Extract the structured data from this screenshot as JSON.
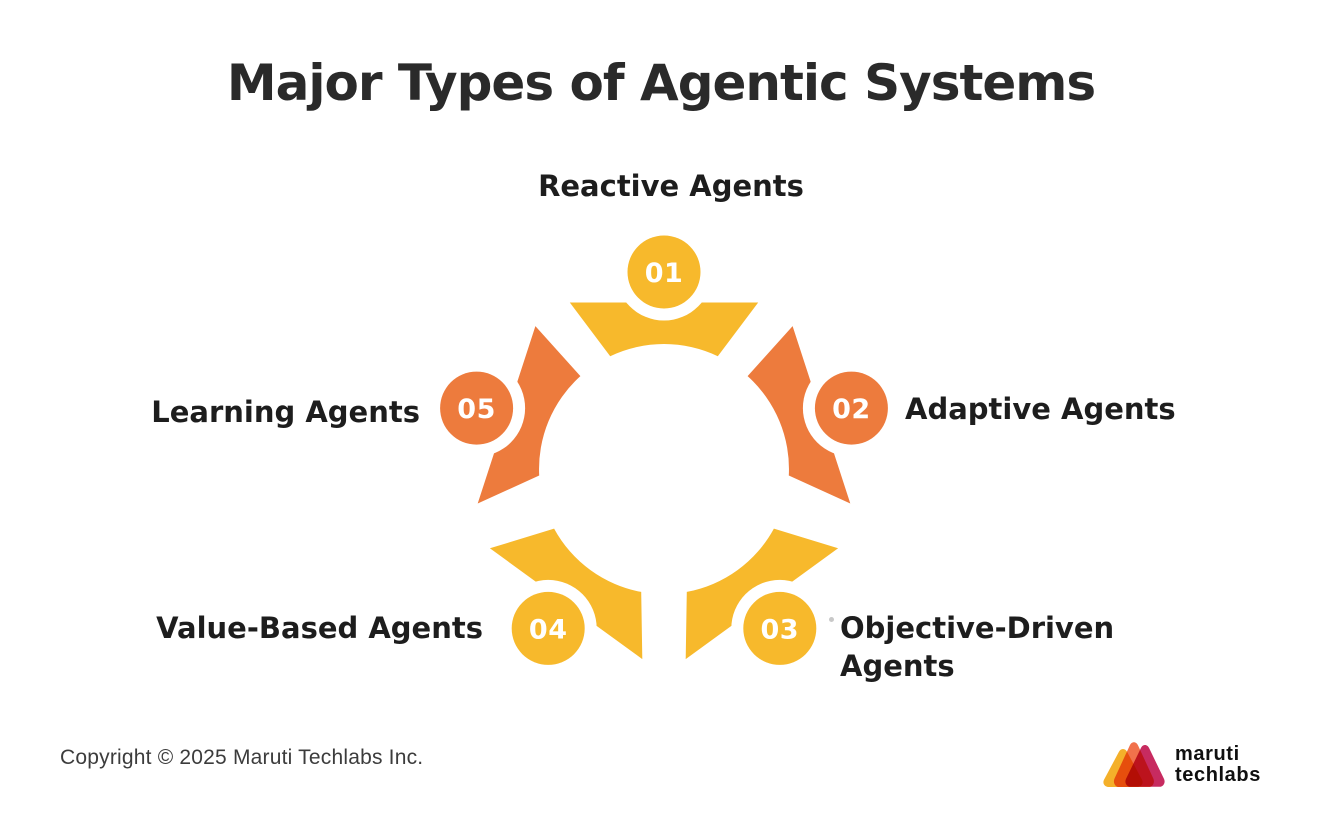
{
  "title": "Major Types of Agentic Systems",
  "diagram": {
    "nodes": [
      {
        "number": "01",
        "label": "Reactive Agents",
        "color": "#F7B92C"
      },
      {
        "number": "02",
        "label": "Adaptive Agents",
        "color": "#ED7B3D"
      },
      {
        "number": "03",
        "label": "Objective-Driven Agents",
        "color": "#F7B92C"
      },
      {
        "number": "04",
        "label": "Value-Based Agents",
        "color": "#F7B92C"
      },
      {
        "number": "05",
        "label": "Learning Agents",
        "color": "#ED7B3D"
      }
    ],
    "number_text_color": "#FFFFFF"
  },
  "footer": {
    "copyright": "Copyright © 2025 Maruti Techlabs Inc.",
    "logo": {
      "line1": "maruti",
      "line2": "techlabs",
      "triangle_colors": [
        "#F4B02A",
        "#F1714B",
        "#C72B60"
      ]
    }
  },
  "colors": {
    "background": "#FFFFFF",
    "yellow": "#F7B92C",
    "orange": "#ED7B3D",
    "title_text": "#2A2A2A",
    "label_text": "#1D1D1D"
  }
}
